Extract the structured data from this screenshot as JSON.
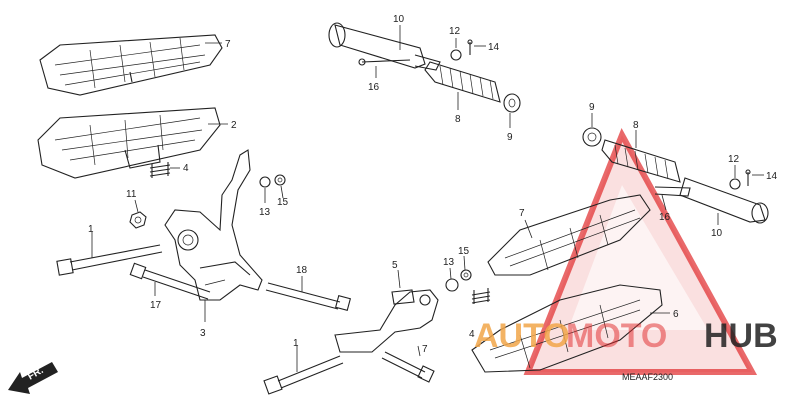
{
  "diagram": {
    "code": "MEAAF2300",
    "direction_label": "FR.",
    "callouts": {
      "c1a": "1",
      "c1b": "1",
      "c2": "2",
      "c3": "3",
      "c4a": "4",
      "c4b": "4",
      "c5": "5",
      "c6": "6",
      "c7a": "7",
      "c7b": "7",
      "c7c": "7",
      "c8a": "8",
      "c8b": "8",
      "c9a": "9",
      "c9b": "9",
      "c10a": "10",
      "c10b": "10",
      "c11": "11",
      "c12a": "12",
      "c12b": "12",
      "c13a": "13",
      "c13b": "13",
      "c14a": "14",
      "c14b": "14",
      "c15a": "15",
      "c15b": "15",
      "c16a": "16",
      "c16b": "16",
      "c17": "17",
      "c18": "18"
    }
  },
  "watermark": {
    "text_a": "AUTO",
    "text_b": "MOTO",
    "text_c": "HUB",
    "color_orange": "#f2a64a",
    "color_red": "#e0292b",
    "color_dark": "#222222"
  }
}
